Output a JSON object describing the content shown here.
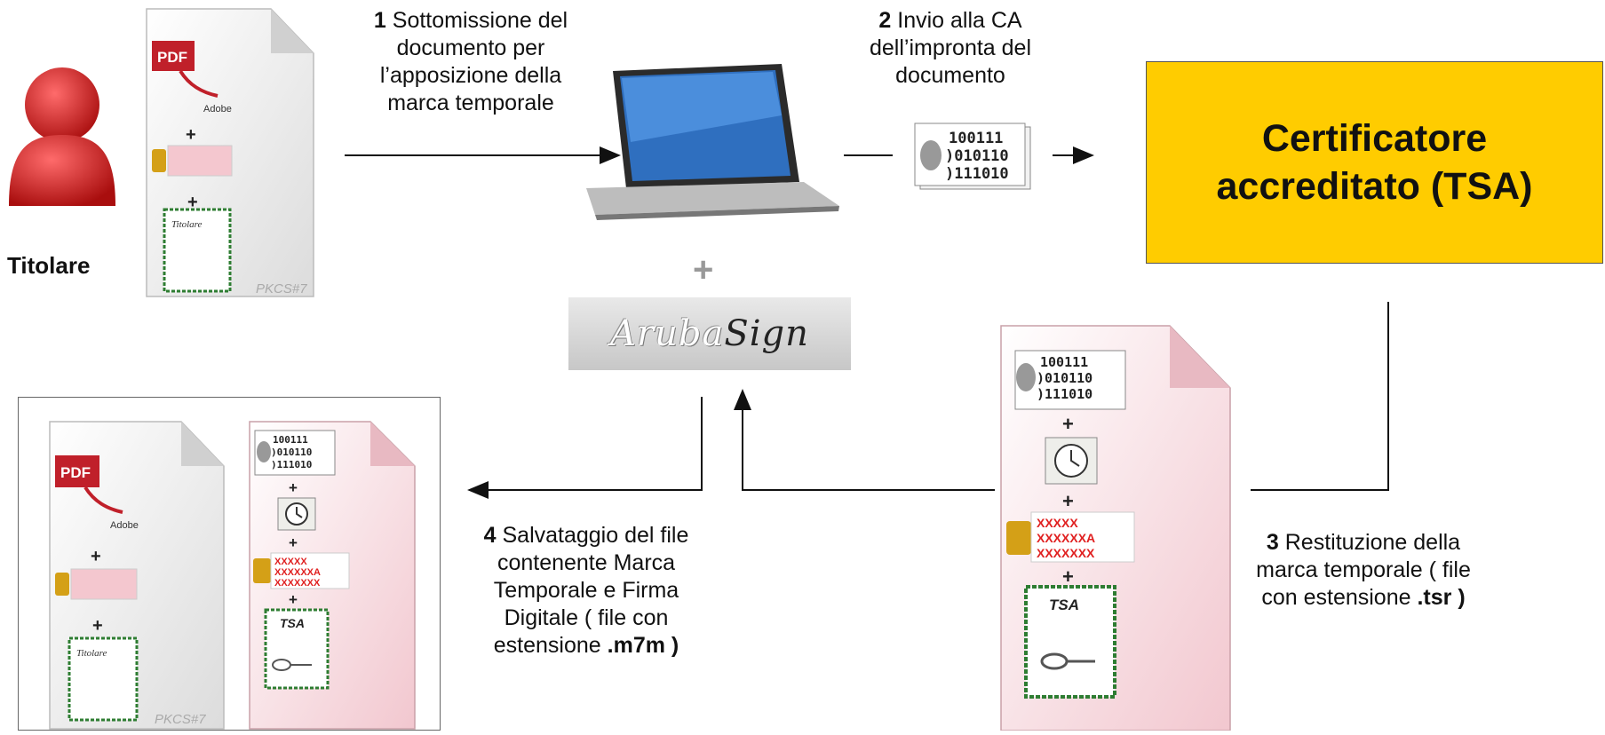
{
  "user": {
    "label": "Titolare"
  },
  "step1": {
    "num": "1",
    "lines": [
      "Sottomissione del",
      "documento per",
      "l’apposizione della",
      "marca temporale"
    ]
  },
  "step2": {
    "num": "2",
    "lines": [
      "Invio alla CA",
      "dell’impronta del",
      "documento"
    ]
  },
  "step3": {
    "num": "3",
    "lines": [
      "Restituzione della",
      "marca temporale ( file"
    ],
    "last_prefix": "con estensione ",
    "ext": ".tsr )"
  },
  "step4": {
    "num": "4",
    "lines": [
      "Salvataggio del file",
      "contenente Marca",
      "Temporale e Firma",
      "Digitale ( file con"
    ],
    "last_prefix": "estensione ",
    "ext": ".m7m )"
  },
  "tsa": {
    "line1": "Certificatore",
    "line2": "accreditato (TSA)"
  },
  "aruba": {
    "part1": "Aruba",
    "part2": "Sign"
  },
  "plus_symbol": "+",
  "doc_labels": {
    "pdf": "PDF",
    "adobe": "Adobe",
    "pkcs": "PKCS#7",
    "tsa": "TSA",
    "cert": "Titolare"
  },
  "hash_lines": [
    "100111",
    ")010110",
    ")111010"
  ],
  "sig_lines": [
    "XXXXX",
    "XXXXXXA",
    "XXXXXXX"
  ],
  "colors": {
    "tsa_fill": "#ffcc00",
    "doc_red": "#c0202a",
    "cert_green": "#2e7d32"
  }
}
